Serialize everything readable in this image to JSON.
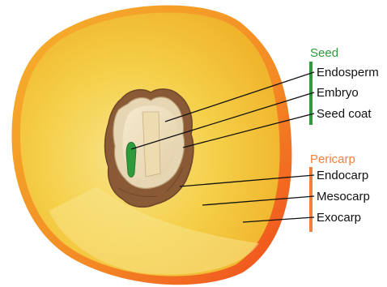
{
  "colors": {
    "exocarp_edge": "#f2561e",
    "mesocarp": "#f6c63a",
    "mesocarp_light": "#f3e27a",
    "endocarp": "#8a5a36",
    "seed_coat": "#d8c6a4",
    "endosperm": "#f4e6c0",
    "embryo": "#2f9a3a",
    "seed_group": "#2f9a3a",
    "pericarp_group": "#f2803a"
  },
  "groups": {
    "seed": {
      "label": "Seed",
      "items": [
        "Endosperm",
        "Embryo",
        "Seed coat"
      ]
    },
    "pericarp": {
      "label": "Pericarp",
      "items": [
        "Endocarp",
        "Mesocarp",
        "Exocarp"
      ]
    }
  }
}
